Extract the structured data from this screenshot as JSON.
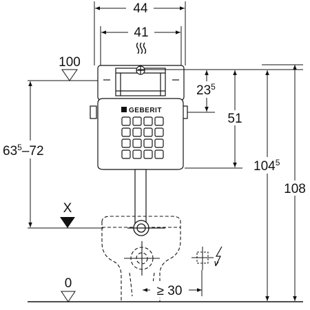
{
  "brand": {
    "name": "GEBERIT"
  },
  "dimensions": {
    "width_outer": "44",
    "width_inner": "41",
    "level_top": "100",
    "level_x": "X",
    "level_floor": "0",
    "cistern_depth_main": "23",
    "cistern_depth_sup": "5",
    "frame_height": "51",
    "range_main_a": "63",
    "range_sup": "5",
    "range_main_b": "–72",
    "total_main": "104",
    "total_sup": "5",
    "overall": "108",
    "min_distance": "≥ 30"
  },
  "icons": {
    "heat": "heat-wave-icon",
    "electric": "lightning-icon",
    "socket": "power-socket-icon"
  }
}
